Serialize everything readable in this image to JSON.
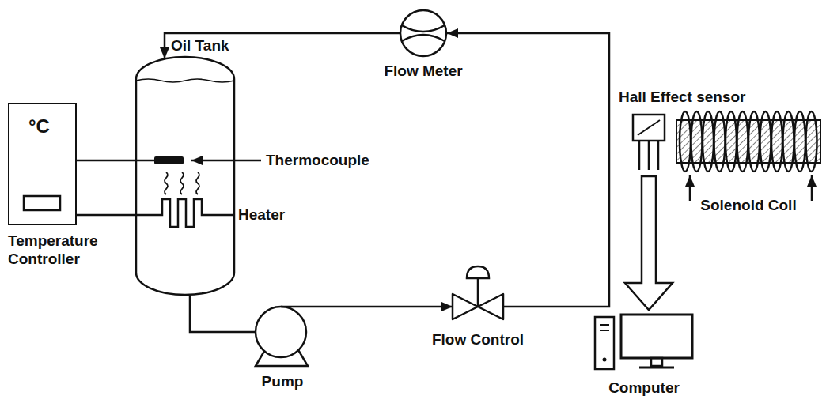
{
  "diagram": {
    "nodes": [
      {
        "text": [
          "Oil Tank"
        ]
      },
      {
        "text": [
          "Flow Meter"
        ]
      },
      {
        "text": [
          "°C",
          "Temperature Controller"
        ]
      },
      {
        "text": [
          "Pump"
        ]
      },
      {
        "text": [
          "Flow Control"
        ]
      },
      {
        "text": [
          "Hall Effect sensor"
        ]
      },
      {
        "text": [
          "Solenoid Coil"
        ]
      },
      {
        "text": [
          "Computer"
        ]
      }
    ],
    "edges": [
      {
        "from": 0,
        "to": 3,
        "arrow": "none"
      },
      {
        "from": 3,
        "to": 4,
        "arrow": "to"
      },
      {
        "from": 4,
        "to": 1,
        "arrow": "to"
      },
      {
        "from": 1,
        "to": 0,
        "arrow": "to"
      },
      {
        "from": 2,
        "to": 0,
        "arrow": "none"
      },
      {
        "from": 2,
        "to": 0,
        "arrow": "none"
      },
      {
        "from": 5,
        "to": 7,
        "arrow": "to"
      }
    ],
    "labels": [
      "Thermocouple",
      "Heater"
    ]
  }
}
